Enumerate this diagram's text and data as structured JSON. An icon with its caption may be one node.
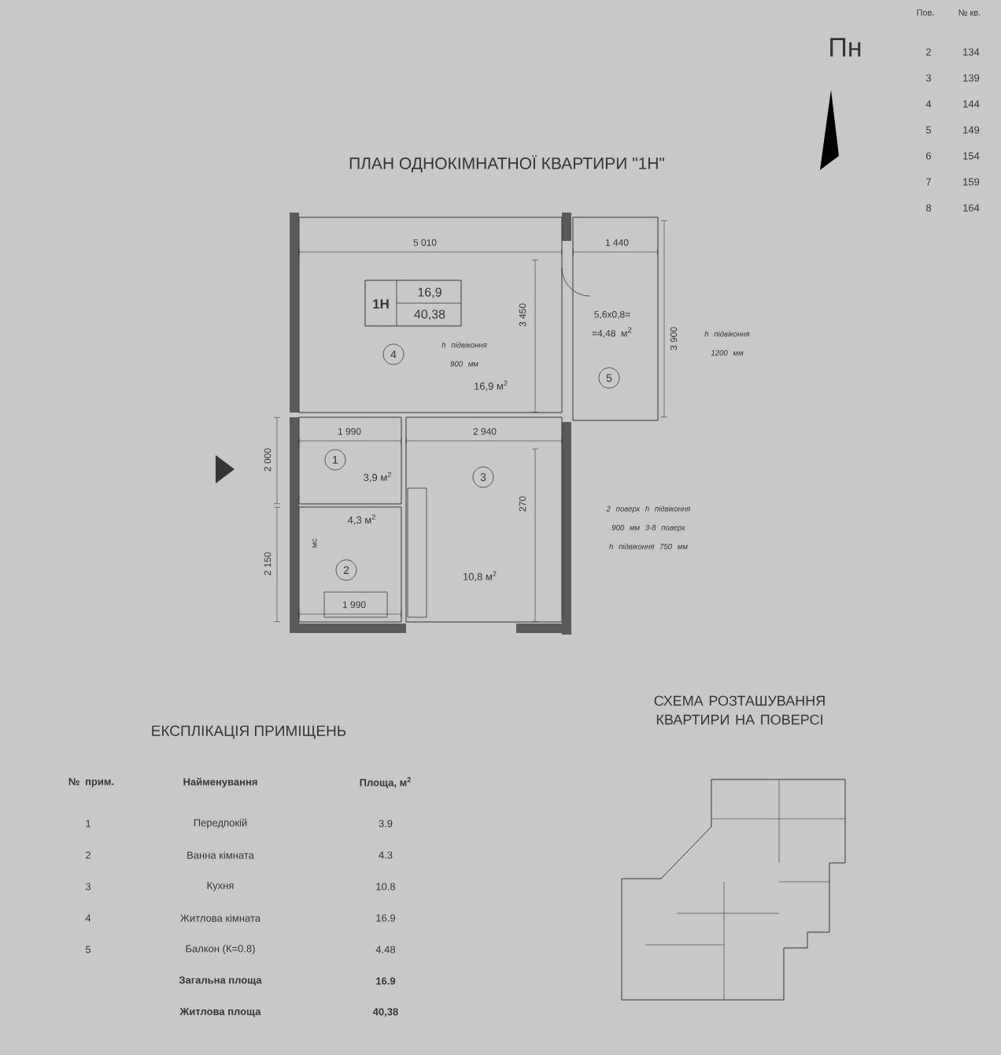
{
  "diagram": {
    "title": "ПЛАН ОДНОКІМНАТНОЇ КВАРТИРИ \"1Н\"",
    "nodes": [
      {
        "text": [
          "4",
          "h підвіконня 900 мм",
          "16,9 м$^{2}$"
        ]
      },
      {
        "text": [
          "1Н",
          "16,9",
          "40,38"
        ],
        "in": 0
      },
      {
        "text": [
          "5,6х0,8= =4,48 м$^{2}$",
          "5"
        ]
      },
      {
        "text": [
          "1",
          "3,9 м$^{2}$"
        ]
      },
      {
        "text": [
          "3",
          "10,8 м$^{2}$"
        ]
      },
      {
        "text": [
          "4,3 м$^{2}$",
          "мс",
          "2"
        ]
      }
    ],
    "labels": [
      "Пов.",
      "№ кв.",
      "Пн",
      "2",
      "134",
      "3",
      "139",
      "4",
      "144",
      "5",
      "149",
      "6",
      "154",
      "7",
      "159",
      "8",
      "164",
      "5 010",
      "1 440",
      "3 450",
      "3 900",
      "h підвіконня 1200 мм",
      "1 990",
      "2 940",
      "2 000",
      "2 поверх h підвіконня 900 мм 3-8 поверх h підвіконня 750 мм",
      "270",
      "2 150",
      "1 990",
      "СХЕМА РОЗТАШУВАННЯ КВАРТИРИ НА ПОВЕРСІ",
      "ЕКСПЛІКАЦІЯ ПРИМІЩЕНЬ",
      "№ прим.",
      "Найменування",
      "Площа, м$^{2}$",
      "1",
      "Передпокій",
      "3.9",
      "2",
      "Ванна кімната",
      "4.3",
      "3",
      "Кухня",
      "10.8",
      "4",
      "Житлова кімната",
      "16.9",
      "5",
      "Балкон (К=0.8)",
      "4.48",
      "Загальна площа",
      "16.9",
      "Житлова площа",
      "40,38"
    ]
  }
}
